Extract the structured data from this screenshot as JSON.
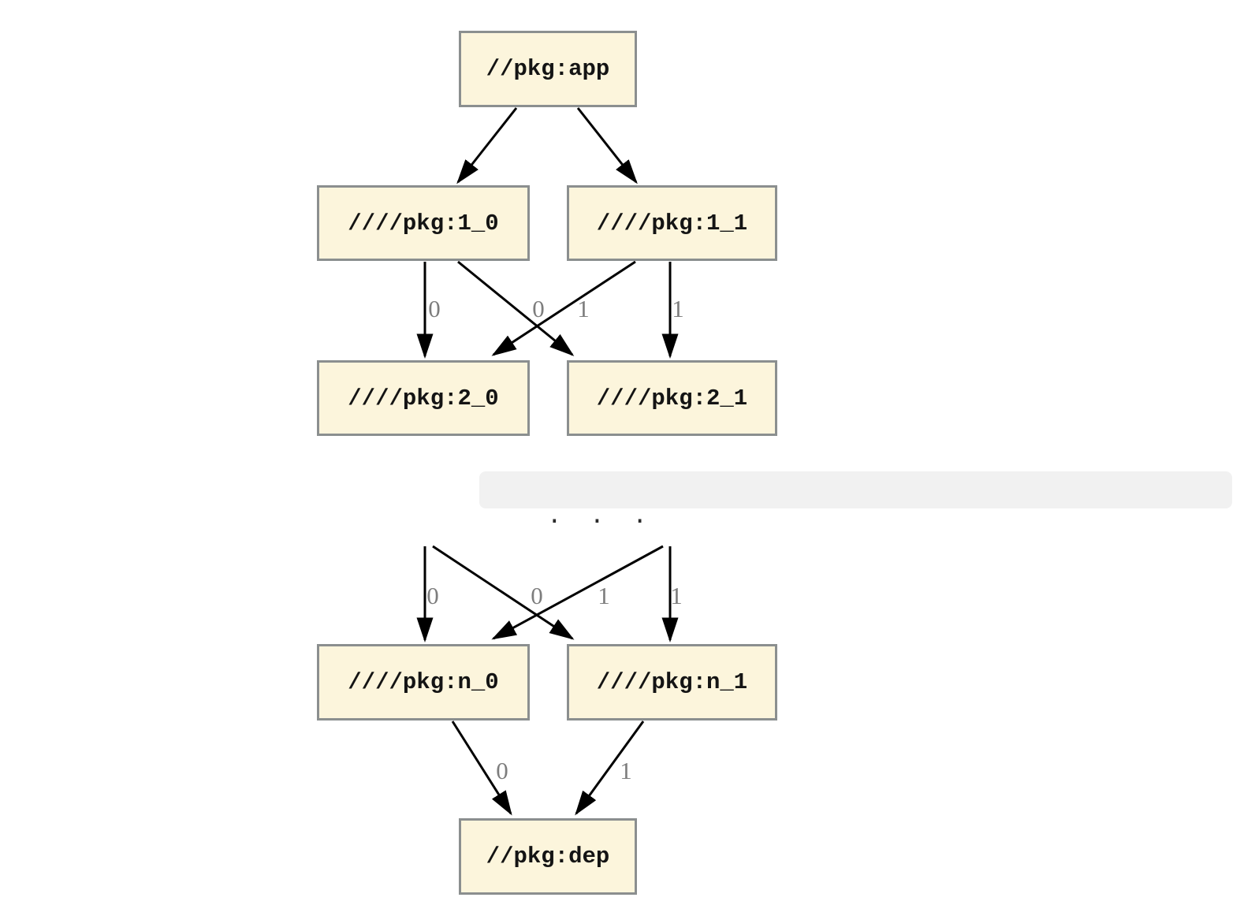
{
  "diagram": {
    "type": "dependency-graph",
    "direction": "top-down",
    "colors": {
      "background": "#ffffff",
      "node_fill": "#fcf5dc",
      "node_border": "#8b8f8f",
      "node_text": "#141414",
      "edge": "#000000",
      "edge_label": "#7d7d7d",
      "ellipsis_background": "#f1f1f1",
      "ellipsis_text": "#2b2b2b"
    },
    "nodes": [
      {
        "id": "app",
        "label": "//pkg:app"
      },
      {
        "id": "pkg1_0",
        "label": "////pkg:1_0"
      },
      {
        "id": "pkg1_1",
        "label": "////pkg:1_1"
      },
      {
        "id": "pkg2_0",
        "label": "////pkg:2_0"
      },
      {
        "id": "pkg2_1",
        "label": "////pkg:2_1"
      },
      {
        "id": "pkgn_0",
        "label": "////pkg:n_0"
      },
      {
        "id": "pkgn_1",
        "label": "////pkg:n_1"
      },
      {
        "id": "dep",
        "label": "//pkg:dep"
      }
    ],
    "ellipsis": {
      "text": ".  .  ."
    },
    "edges": [
      {
        "from": "app",
        "to": "pkg1_0",
        "label": ""
      },
      {
        "from": "app",
        "to": "pkg1_1",
        "label": ""
      },
      {
        "from": "pkg1_0",
        "to": "pkg2_0",
        "label": "0"
      },
      {
        "from": "pkg1_1",
        "to": "pkg2_0",
        "label": "0"
      },
      {
        "from": "pkg1_0",
        "to": "pkg2_1",
        "label": "1"
      },
      {
        "from": "pkg1_1",
        "to": "pkg2_1",
        "label": "1"
      },
      {
        "from": "ellipsis",
        "to": "pkgn_0",
        "label": "0"
      },
      {
        "from": "ellipsis",
        "to": "pkgn_0",
        "label": "0"
      },
      {
        "from": "ellipsis",
        "to": "pkgn_1",
        "label": "1"
      },
      {
        "from": "ellipsis",
        "to": "pkgn_1",
        "label": "1"
      },
      {
        "from": "pkgn_0",
        "to": "dep",
        "label": "0"
      },
      {
        "from": "pkgn_1",
        "to": "dep",
        "label": "1"
      }
    ]
  }
}
